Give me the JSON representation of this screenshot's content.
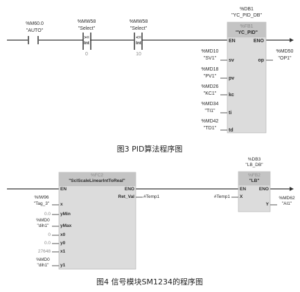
{
  "diagram1": {
    "contact_auto": {
      "address": "%M60.0",
      "symbol": "\"AUTO\""
    },
    "cmp_ge": {
      "address": "%MW58",
      "symbol": "\"Select\"",
      "op": ">=",
      "type": "Int",
      "value": "0"
    },
    "cmp_le": {
      "address": "%MW58",
      "symbol": "\"Select\"",
      "op": "<=",
      "type": "Int",
      "value": "10"
    },
    "block": {
      "db": "%DB1",
      "db_name": "\"YC_PID_DB\"",
      "fb": "%FB1",
      "fb_name": "\"YC_PID\"",
      "en": "EN",
      "eno": "ENO",
      "inputs": [
        {
          "address": "%MD10",
          "symbol": "\"SV1\"",
          "pin": "sv"
        },
        {
          "address": "%MD18",
          "symbol": "\"PV1\"",
          "pin": "pv"
        },
        {
          "address": "%MD26",
          "symbol": "\"KC1\"",
          "pin": "kc"
        },
        {
          "address": "%MD34",
          "symbol": "\"TI1\"",
          "pin": "ti"
        },
        {
          "address": "%MD42",
          "symbol": "\"TD1\"",
          "pin": "td"
        }
      ],
      "output": {
        "pin": "op",
        "address": "%MD50",
        "symbol": "\"OP1\""
      }
    },
    "caption": "图3   PID算法程序图"
  },
  "diagram2": {
    "scale_block": {
      "fc": "%FC2",
      "fc_name": "\"SclScaleLinearIntToReal\"",
      "en": "EN",
      "eno": "ENO",
      "ret_pin": "Ret_Val",
      "ret_target": "#Temp1",
      "inputs": [
        {
          "address": "%IW96",
          "symbol": "\"Tag_3\"",
          "pin": "x"
        },
        {
          "address": "",
          "symbol": "0.0",
          "pin": "yMin"
        },
        {
          "address": "%MD0",
          "symbol": "\"dih1\"",
          "pin": "yMax"
        },
        {
          "address": "",
          "symbol": "0",
          "pin": "x0"
        },
        {
          "address": "",
          "symbol": "0.0",
          "pin": "y0"
        },
        {
          "address": "",
          "symbol": "27648",
          "pin": "x1"
        },
        {
          "address": "%MD0",
          "symbol": "\"dih1\"",
          "pin": "y1"
        }
      ]
    },
    "lb_block": {
      "db": "%DB3",
      "db_name": "\"LB_DB\"",
      "fb": "%FB2",
      "fb_name": "\"LB\"",
      "en": "EN",
      "eno": "ENO",
      "input": {
        "source": "#Temp1",
        "pin": "X"
      },
      "output": {
        "pin": "Y",
        "address": "%MD62",
        "symbol": "\"AI1\""
      }
    },
    "caption": "图4   信号模块SM1234的程序图"
  }
}
